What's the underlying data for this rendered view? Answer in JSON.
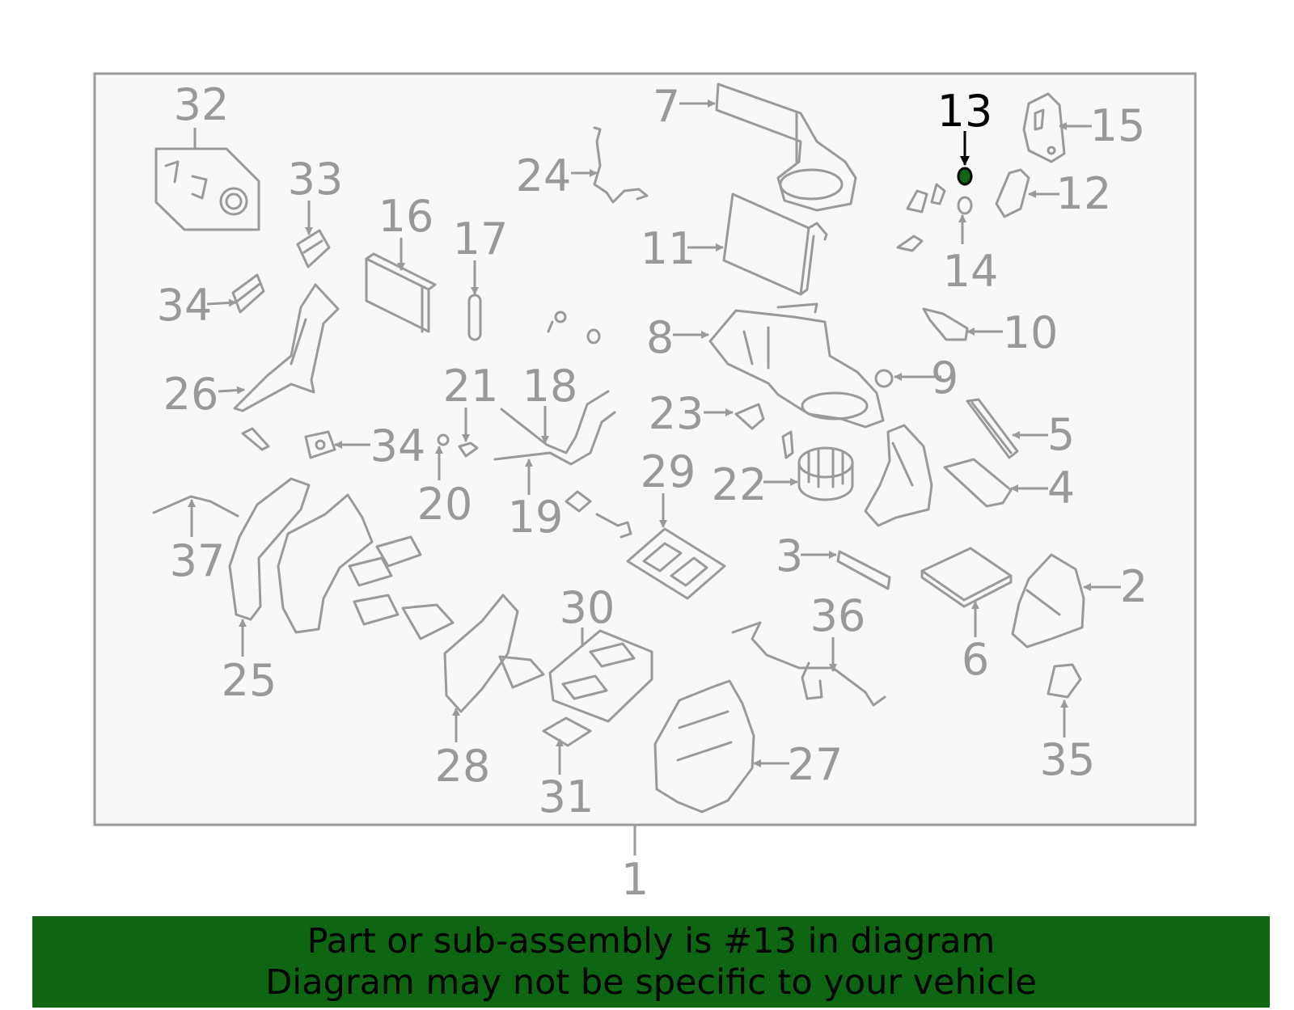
{
  "colors": {
    "banner_bg": "#0f6612",
    "label_gray": "#999999",
    "highlight": "#000000",
    "highlight_fill": "#0f6612",
    "panel_bg": "#f8f8f8"
  },
  "callouts": {
    "c1": "1",
    "c2": "2",
    "c3": "3",
    "c4": "4",
    "c5": "5",
    "c6": "6",
    "c7": "7",
    "c8": "8",
    "c9": "9",
    "c10": "10",
    "c11": "11",
    "c12": "12",
    "c13": "13",
    "c14": "14",
    "c15": "15",
    "c16": "16",
    "c17": "17",
    "c18": "18",
    "c19": "19",
    "c20": "20",
    "c21": "21",
    "c22": "22",
    "c23": "23",
    "c24": "24",
    "c25": "25",
    "c26": "26",
    "c27": "27",
    "c28": "28",
    "c29": "29",
    "c30": "30",
    "c31": "31",
    "c32": "32",
    "c33": "33",
    "c34a": "34",
    "c34b": "34",
    "c35": "35",
    "c36": "36",
    "c37": "37"
  },
  "highlighted_part": "13",
  "banner": {
    "line1": "Part or sub-assembly is #13 in diagram",
    "line2": "Diagram may not be specific to your vehicle"
  }
}
